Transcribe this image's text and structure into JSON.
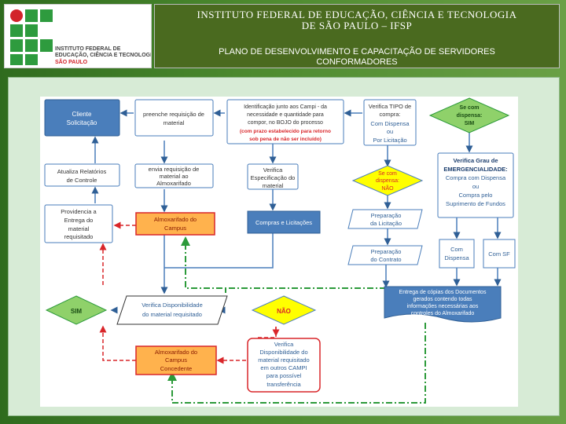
{
  "logo": {
    "line1": "INSTITUTO FEDERAL DE",
    "line2": "EDUCAÇÃO, CIÊNCIA E TECNOLOGIA",
    "line3": "SÃO PAULO",
    "colors": {
      "green": "#2e9b3e",
      "red": "#d2232a"
    }
  },
  "header": {
    "title_line1": "INSTITUTO FEDERAL DE EDUCAÇÃO, CIÊNCIA E TECNOLOGIA",
    "title_line2": "DE SÃO PAULO – IFSP",
    "subtitle_line1": "PLANO DE DESENVOLVIMENTO E CAPACITAÇÃO DE SERVIDORES",
    "subtitle_line2": "CONFORMADORES"
  },
  "flow": {
    "cliente": [
      "Cliente",
      "Solicitação"
    ],
    "preenche": [
      "preenche requisição de",
      "material"
    ],
    "identificacao": [
      "Identificação junto aos Campi - da",
      "necessidade e quantidade para",
      "compor, no BOJO do processo"
    ],
    "identificacao_red": [
      "(com prazo estabelecido para retorno",
      "sob pena de não ser incluído)"
    ],
    "verifica_tipo": [
      "Verifica TIPO de",
      "compra:"
    ],
    "verifica_tipo_blue": [
      "Com Dispensa",
      "ou",
      "Por Licitação"
    ],
    "se_com_dispensa_sim": [
      "Se com",
      "dispensa:",
      "SIM"
    ],
    "atualiza": [
      "Atualiza Relatórios",
      "de Controle"
    ],
    "envia": [
      "envia requisição de",
      "material ao",
      "Almoxarifado"
    ],
    "verifica_espec": [
      "Verifica",
      "Especificação do",
      "material"
    ],
    "se_com_dispensa_nao": [
      "Se com",
      "dispensa:",
      "NÃO"
    ],
    "verifica_grau": [
      "Verifica Grau de",
      "EMERGENCIALIDADE:"
    ],
    "verifica_grau_sub": [
      "Compra com Dispensa",
      "ou",
      "Compra pelo",
      "Suprimento de Fundos"
    ],
    "providencia": [
      "Providencia a",
      "Entrega do",
      "material",
      "requisitado"
    ],
    "almox_campus": [
      "Almoxarifado do",
      "Campus"
    ],
    "compras": [
      "Compras e Licitações"
    ],
    "prep_licitacao": [
      "Preparação",
      "da Licitação"
    ],
    "com_dispensa": [
      "Com",
      "Dispensa"
    ],
    "com_sf": [
      "Com SF"
    ],
    "prep_contrato": [
      "Preparação",
      "do Contrato"
    ],
    "entrega_copias": [
      "Entrega de cópias dos Documentos",
      "gerados contendo todas",
      "informações necessárias aos",
      "controles do Almoxarifado"
    ],
    "sim": [
      "SIM"
    ],
    "verifica_disp": [
      "Verifica Disponibilidade",
      "do material requisitado"
    ],
    "nao": [
      "NÃO"
    ],
    "almox_concedente": [
      "Almoxarifado do",
      "Campus",
      "Concedente"
    ],
    "verifica_outros": [
      "Verifica",
      "Disponibilidade do",
      "material requisitado",
      "em outros CAMPI",
      "para possível",
      "transferência"
    ]
  },
  "colors": {
    "blue_fill": "#4a7ebb",
    "blue_stroke": "#2f5f96",
    "green_fill": "#8fd16a",
    "yellow_fill": "#ffff00",
    "orange_fill": "#ffb24d",
    "red_line": "#d9262a",
    "green_line": "#2c9a3a",
    "panel": "#d7ebd6"
  }
}
